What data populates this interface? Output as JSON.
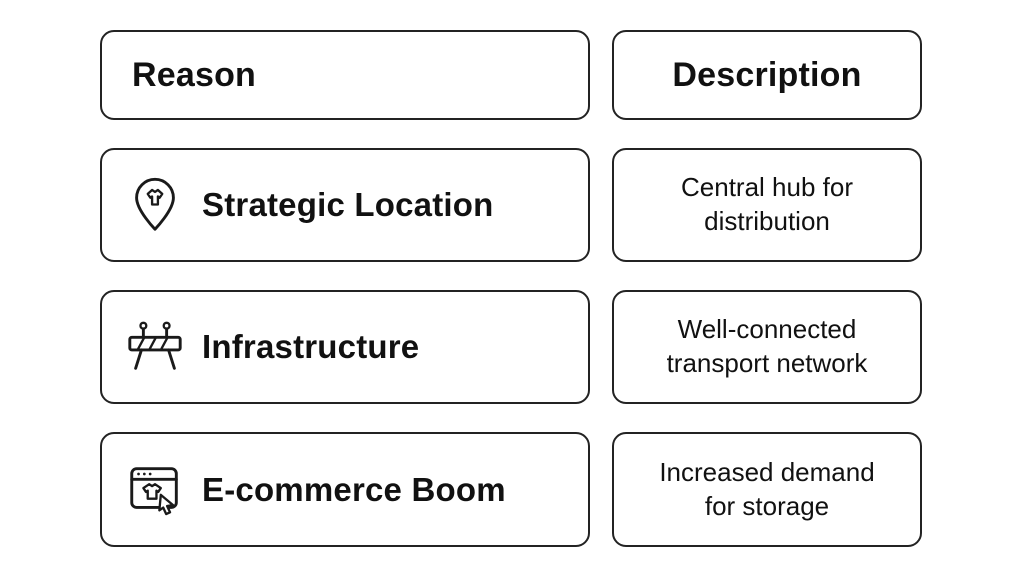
{
  "table": {
    "headers": {
      "reason": "Reason",
      "description": "Description"
    },
    "rows": [
      {
        "icon": "location-pin-shirt-icon",
        "reason": "Strategic Location",
        "description": "Central hub for distribution"
      },
      {
        "icon": "construction-barrier-icon",
        "reason": "Infrastructure",
        "description": "Well-connected transport network"
      },
      {
        "icon": "browser-shirt-cursor-icon",
        "reason": "E-commerce Boom",
        "description": "Increased demand for storage"
      }
    ]
  },
  "colors": {
    "border": "#232323",
    "text": "#111111",
    "background": "#ffffff"
  }
}
